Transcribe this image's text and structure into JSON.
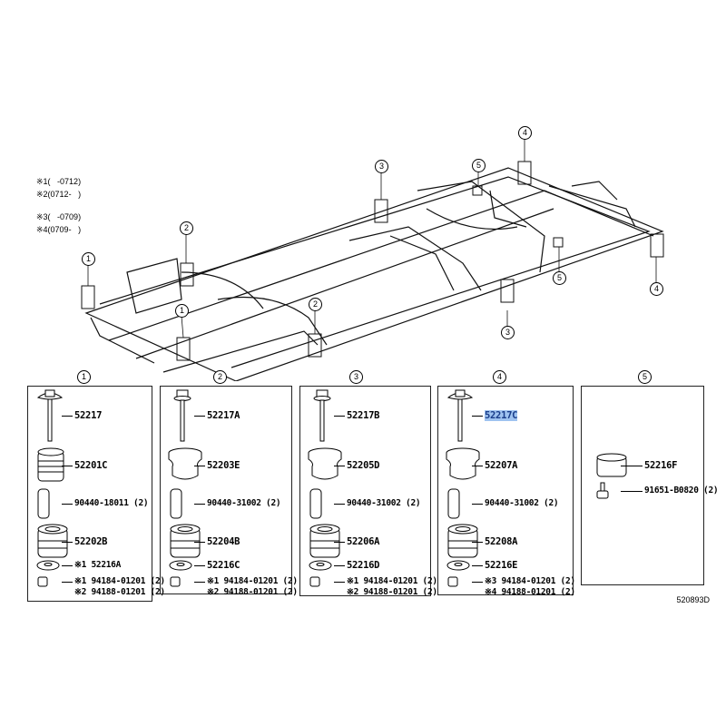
{
  "notes": [
    "※1(   -0712)",
    "※2(0712-   )",
    "※3(   -0709)",
    "※4(0709-   )"
  ],
  "diagram_code": "520893D",
  "frame_callouts": [
    "1",
    "1",
    "2",
    "2",
    "3",
    "3",
    "4",
    "4",
    "5",
    "5"
  ],
  "highlight_color": "#9fc3f0",
  "panels": [
    {
      "number": "1",
      "parts": [
        {
          "shape": "bolt-flange",
          "label": "52217"
        },
        {
          "shape": "bushing-ribbed",
          "label": "52201C"
        },
        {
          "shape": "collar",
          "label": "90440-18011 (2)"
        },
        {
          "shape": "bushing-lower",
          "label": "52202B"
        },
        {
          "shape": "washer",
          "label": "※1 52216A"
        },
        {
          "shape": "nut",
          "label": "※1 94184-01201 (2)"
        },
        {
          "shape": "none",
          "label": "※2 94188-01201 (2)"
        }
      ]
    },
    {
      "number": "2",
      "parts": [
        {
          "shape": "bolt",
          "label": "52217A"
        },
        {
          "shape": "bushing",
          "label": "52203E"
        },
        {
          "shape": "collar",
          "label": "90440-31002 (2)"
        },
        {
          "shape": "bushing-lower",
          "label": "52204B"
        },
        {
          "shape": "washer",
          "label": "52216C"
        },
        {
          "shape": "nut",
          "label": "※1 94184-01201 (2)"
        },
        {
          "shape": "none",
          "label": "※2 94188-01201 (2)"
        }
      ]
    },
    {
      "number": "3",
      "parts": [
        {
          "shape": "bolt",
          "label": "52217B"
        },
        {
          "shape": "bushing",
          "label": "52205D"
        },
        {
          "shape": "collar",
          "label": "90440-31002 (2)"
        },
        {
          "shape": "bushing-lower",
          "label": "52206A"
        },
        {
          "shape": "washer",
          "label": "52216D"
        },
        {
          "shape": "nut",
          "label": "※1 94184-01201 (2)"
        },
        {
          "shape": "none",
          "label": "※2 94188-01201 (2)"
        }
      ]
    },
    {
      "number": "4",
      "parts": [
        {
          "shape": "bolt-flange",
          "label": "52217C",
          "highlighted": true
        },
        {
          "shape": "bushing",
          "label": "52207A"
        },
        {
          "shape": "collar",
          "label": "90440-31002 (2)"
        },
        {
          "shape": "bushing-lower",
          "label": "52208A"
        },
        {
          "shape": "washer",
          "label": "52216E"
        },
        {
          "shape": "nut",
          "label": "※3 94184-01201 (2)"
        },
        {
          "shape": "none",
          "label": "※4 94188-01201 (2)"
        }
      ]
    },
    {
      "number": "5",
      "parts": [
        {
          "shape": "cushion",
          "label": "52216F"
        },
        {
          "shape": "bolt-small",
          "label": "91651-B0820 (2)"
        }
      ]
    }
  ]
}
